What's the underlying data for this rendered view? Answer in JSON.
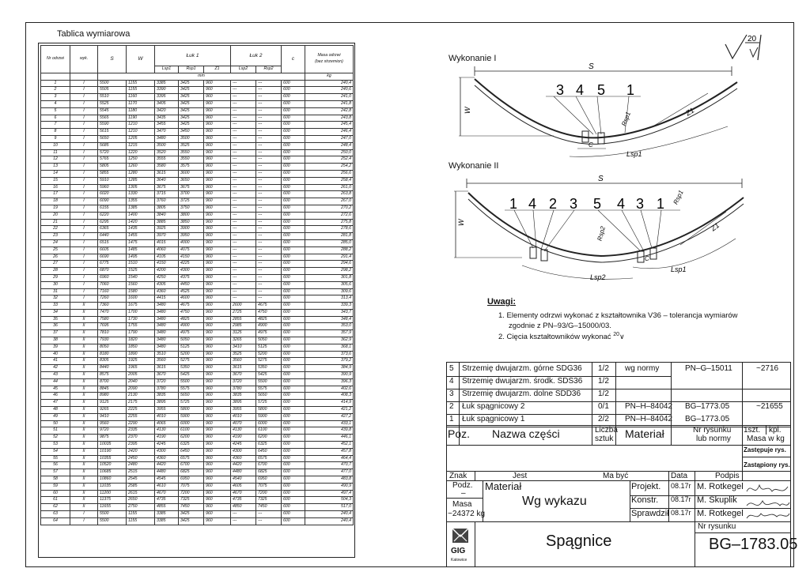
{
  "table": {
    "title": "Tablica wymiarowa",
    "headers": {
      "nr": "Nr odrzwi",
      "wyk": "wyk.",
      "s": "S",
      "w": "W",
      "luk1": "Łuk 1",
      "luk2": "Łuk 2",
      "c": "c",
      "masa": "Masa odrzwi",
      "masa_sub": "(bez strzemion)",
      "lsp1": "Lsp1",
      "rsp1": "Rsp1",
      "z1": "Z1",
      "lsp2": "Lsp2",
      "rsp2": "Rsp2",
      "unit_mm": "mm",
      "unit_kg": "kg"
    },
    "rows": [
      [
        "1",
        "I",
        "5500",
        "1155",
        "3385",
        "3425",
        "960",
        "---",
        "---",
        "600",
        "240,4"
      ],
      [
        "2",
        "I",
        "5505",
        "1155",
        "3390",
        "3425",
        "960",
        "---",
        "---",
        "600",
        "240,6"
      ],
      [
        "3",
        "I",
        "5510",
        "1160",
        "3395",
        "3425",
        "960",
        "---",
        "---",
        "600",
        "241,0"
      ],
      [
        "4",
        "I",
        "5525",
        "1170",
        "3405",
        "3425",
        "960",
        "---",
        "---",
        "600",
        "241,8"
      ],
      [
        "5",
        "I",
        "5545",
        "1180",
        "3420",
        "3425",
        "960",
        "---",
        "---",
        "600",
        "242,8"
      ],
      [
        "6",
        "I",
        "5565",
        "1190",
        "3435",
        "3425",
        "960",
        "---",
        "---",
        "600",
        "243,8"
      ],
      [
        "7",
        "I",
        "5590",
        "1210",
        "3455",
        "3425",
        "960",
        "---",
        "---",
        "600",
        "245,4"
      ],
      [
        "8",
        "I",
        "5615",
        "1210",
        "3470",
        "3450",
        "960",
        "---",
        "---",
        "600",
        "246,4"
      ],
      [
        "9",
        "I",
        "5650",
        "1205",
        "3480",
        "3500",
        "960",
        "---",
        "---",
        "600",
        "247,0"
      ],
      [
        "10",
        "I",
        "5685",
        "1215",
        "3500",
        "3525",
        "960",
        "---",
        "---",
        "600",
        "248,4"
      ],
      [
        "11",
        "I",
        "5720",
        "1220",
        "3520",
        "3550",
        "960",
        "---",
        "---",
        "600",
        "250,0"
      ],
      [
        "12",
        "I",
        "5765",
        "1250",
        "3555",
        "3550",
        "960",
        "---",
        "---",
        "600",
        "252,4"
      ],
      [
        "13",
        "I",
        "5805",
        "1260",
        "3580",
        "3575",
        "960",
        "---",
        "---",
        "600",
        "254,2"
      ],
      [
        "14",
        "I",
        "5855",
        "1280",
        "3615",
        "3600",
        "960",
        "---",
        "---",
        "600",
        "256,6"
      ],
      [
        "15",
        "I",
        "5910",
        "1285",
        "3640",
        "3650",
        "960",
        "---",
        "---",
        "600",
        "258,4"
      ],
      [
        "16",
        "I",
        "5960",
        "1305",
        "3675",
        "3675",
        "960",
        "---",
        "---",
        "600",
        "261,0"
      ],
      [
        "17",
        "I",
        "6020",
        "1330",
        "3715",
        "3700",
        "960",
        "---",
        "---",
        "600",
        "263,8"
      ],
      [
        "18",
        "I",
        "6090",
        "1355",
        "3760",
        "3725",
        "960",
        "---",
        "---",
        "600",
        "267,0"
      ],
      [
        "19",
        "I",
        "6155",
        "1385",
        "3805",
        "3750",
        "960",
        "---",
        "---",
        "600",
        "270,2"
      ],
      [
        "20",
        "I",
        "6220",
        "1400",
        "3840",
        "3800",
        "960",
        "---",
        "---",
        "600",
        "272,6"
      ],
      [
        "21",
        "I",
        "6295",
        "1420",
        "3885",
        "3850",
        "960",
        "---",
        "---",
        "600",
        "275,8"
      ],
      [
        "22",
        "I",
        "6365",
        "1435",
        "3925",
        "3900",
        "960",
        "---",
        "---",
        "600",
        "278,6"
      ],
      [
        "23",
        "I",
        "6440",
        "1455",
        "3970",
        "3950",
        "960",
        "---",
        "---",
        "600",
        "281,8"
      ],
      [
        "24",
        "I",
        "6515",
        "1475",
        "4015",
        "4000",
        "960",
        "---",
        "---",
        "600",
        "285,0"
      ],
      [
        "25",
        "I",
        "6605",
        "1485",
        "4060",
        "4075",
        "960",
        "---",
        "---",
        "600",
        "288,2"
      ],
      [
        "26",
        "I",
        "6690",
        "1495",
        "4105",
        "4150",
        "960",
        "---",
        "---",
        "600",
        "291,4"
      ],
      [
        "27",
        "I",
        "6775",
        "1510",
        "4150",
        "4225",
        "960",
        "---",
        "---",
        "600",
        "294,6"
      ],
      [
        "28",
        "I",
        "6870",
        "1525",
        "4200",
        "4300",
        "960",
        "---",
        "---",
        "600",
        "298,2"
      ],
      [
        "29",
        "I",
        "6960",
        "1540",
        "4250",
        "4375",
        "960",
        "---",
        "---",
        "600",
        "301,8"
      ],
      [
        "30",
        "I",
        "7060",
        "1560",
        "4305",
        "4450",
        "960",
        "---",
        "---",
        "600",
        "305,6"
      ],
      [
        "31",
        "I",
        "7160",
        "1580",
        "4360",
        "4525",
        "960",
        "---",
        "---",
        "600",
        "309,6"
      ],
      [
        "32",
        "I",
        "7260",
        "1600",
        "4415",
        "4600",
        "960",
        "---",
        "---",
        "600",
        "313,4"
      ],
      [
        "33",
        "II",
        "7360",
        "1675",
        "3480",
        "4675",
        "960",
        "2600",
        "4675",
        "600",
        "339,3"
      ],
      [
        "34",
        "II",
        "7470",
        "1700",
        "3480",
        "4750",
        "960",
        "2725",
        "4750",
        "600",
        "343,7"
      ],
      [
        "35",
        "II",
        "7580",
        "1730",
        "3480",
        "4825",
        "960",
        "2855",
        "4825",
        "600",
        "348,4"
      ],
      [
        "36",
        "II",
        "7695",
        "1755",
        "3480",
        "4900",
        "960",
        "2985",
        "4900",
        "600",
        "353,0"
      ],
      [
        "37",
        "II",
        "7810",
        "1790",
        "3480",
        "4975",
        "960",
        "3125",
        "4975",
        "600",
        "357,9"
      ],
      [
        "38",
        "II",
        "7930",
        "1820",
        "3480",
        "5050",
        "960",
        "3265",
        "5050",
        "600",
        "362,9"
      ],
      [
        "39",
        "II",
        "8050",
        "1850",
        "3480",
        "5125",
        "960",
        "3410",
        "5125",
        "600",
        "368,1"
      ],
      [
        "40",
        "II",
        "8180",
        "1890",
        "3510",
        "5200",
        "960",
        "3525",
        "5200",
        "600",
        "373,6"
      ],
      [
        "41",
        "II",
        "8305",
        "1925",
        "3560",
        "5275",
        "960",
        "3560",
        "5275",
        "600",
        "379,2"
      ],
      [
        "42",
        "II",
        "8440",
        "1965",
        "3615",
        "5350",
        "960",
        "3615",
        "5350",
        "600",
        "384,9"
      ],
      [
        "43",
        "II",
        "8575",
        "2005",
        "3670",
        "5425",
        "960",
        "3670",
        "5425",
        "600",
        "390,9"
      ],
      [
        "44",
        "II",
        "8700",
        "2040",
        "3720",
        "5500",
        "960",
        "3720",
        "5500",
        "600",
        "396,3"
      ],
      [
        "45",
        "II",
        "8845",
        "2090",
        "3780",
        "5575",
        "960",
        "3780",
        "5575",
        "600",
        "402,6"
      ],
      [
        "46",
        "II",
        "8980",
        "2130",
        "3835",
        "5650",
        "960",
        "3835",
        "5650",
        "600",
        "408,3"
      ],
      [
        "47",
        "II",
        "9125",
        "2175",
        "3895",
        "5725",
        "960",
        "3895",
        "5725",
        "600",
        "414,9"
      ],
      [
        "48",
        "II",
        "9265",
        "2225",
        "3955",
        "5800",
        "960",
        "3955",
        "5800",
        "600",
        "421,2"
      ],
      [
        "49",
        "II",
        "9410",
        "2255",
        "4010",
        "5900",
        "960",
        "4010",
        "5900",
        "600",
        "427,2"
      ],
      [
        "50",
        "II",
        "9560",
        "2290",
        "4065",
        "6000",
        "960",
        "4070",
        "6000",
        "600",
        "433,1"
      ],
      [
        "51",
        "II",
        "9720",
        "2335",
        "4130",
        "6100",
        "960",
        "4130",
        "6100",
        "600",
        "439,8"
      ],
      [
        "52",
        "II",
        "9875",
        "2370",
        "4190",
        "6200",
        "960",
        "4190",
        "6200",
        "600",
        "446,1"
      ],
      [
        "53",
        "II",
        "10035",
        "2395",
        "4245",
        "6325",
        "960",
        "4245",
        "6325",
        "600",
        "452,1"
      ],
      [
        "54",
        "II",
        "10190",
        "2420",
        "4300",
        "6450",
        "960",
        "4300",
        "6450",
        "600",
        "457,8"
      ],
      [
        "55",
        "II",
        "10355",
        "2450",
        "4360",
        "6575",
        "960",
        "4360",
        "6575",
        "600",
        "464,4"
      ],
      [
        "56",
        "II",
        "10520",
        "2480",
        "4420",
        "6700",
        "960",
        "4420",
        "6700",
        "600",
        "470,7"
      ],
      [
        "57",
        "II",
        "10685",
        "2515",
        "4480",
        "6825",
        "960",
        "4480",
        "6825",
        "600",
        "477,0"
      ],
      [
        "58",
        "II",
        "10860",
        "2545",
        "4545",
        "6950",
        "960",
        "4540",
        "6950",
        "600",
        "483,8"
      ],
      [
        "59",
        "II",
        "11035",
        "2585",
        "4610",
        "7075",
        "960",
        "4605",
        "7075",
        "600",
        "490,9"
      ],
      [
        "60",
        "II",
        "11200",
        "2615",
        "4670",
        "7200",
        "960",
        "4670",
        "7200",
        "600",
        "497,4"
      ],
      [
        "61",
        "II",
        "11375",
        "2650",
        "4735",
        "7325",
        "960",
        "4735",
        "7325",
        "600",
        "504,3"
      ],
      [
        "62",
        "II",
        "11655",
        "2750",
        "4855",
        "7450",
        "960",
        "4850",
        "7450",
        "600",
        "517,0"
      ],
      [
        "63",
        "I",
        "5500",
        "1155",
        "3385",
        "3425",
        "960",
        "---",
        "---",
        "600",
        "240,4"
      ],
      [
        "64",
        "I",
        "5500",
        "1155",
        "3385",
        "3425",
        "960",
        "---",
        "---",
        "600",
        "240,4"
      ]
    ]
  },
  "drawing1": {
    "title": "Wykonanie I",
    "S": "S",
    "W": "W",
    "C": "C",
    "Z1": "Z1",
    "Rsp1": "Rsp1",
    "Lsp1": "Lsp1",
    "callouts": [
      "3",
      "4",
      "5",
      "1"
    ]
  },
  "drawing2": {
    "title": "Wykonanie II",
    "S": "S",
    "W": "W",
    "C": "C",
    "Z1": "Z1",
    "Rsp1": "Rsp1",
    "Rsp2": "Rsp2",
    "Lsp1": "Lsp1",
    "Lsp2": "Lsp2",
    "callouts": [
      "1",
      "4",
      "2",
      "3",
      "5",
      "4",
      "3",
      "1"
    ]
  },
  "surface_mark": "20",
  "notes": {
    "title": "Uwagi:",
    "n1a": "1. Elementy odrzwi wykonać z kształtownika V36 – tolerancja wymiarów",
    "n1b": "zgodnie z PN–93/G–15000/03.",
    "n2": "2. Cięcia kształtowników wykonać",
    "n2_mark": "20"
  },
  "parts": [
    {
      "poz": "5",
      "name": "Strzemię dwujarzm. górne SDG36",
      "qty": "1/2",
      "material": "wg normy",
      "drawing": "PN–G–15011",
      "mass": "~2716"
    },
    {
      "poz": "4",
      "name": "Strzemię dwujarzm. środk. SDS36",
      "qty": "1/2",
      "material": "",
      "drawing": "",
      "mass": ""
    },
    {
      "poz": "3",
      "name": "Strzemię dwujarzm. dolne SDD36",
      "qty": "1/2",
      "material": "",
      "drawing": "",
      "mass": ""
    },
    {
      "poz": "2",
      "name": "Łuk spągnicowy 2",
      "qty": "0/1",
      "material": "PN–H–84042",
      "drawing": "BG–1773.05",
      "mass": "~21655"
    },
    {
      "poz": "1",
      "name": "Łuk spągnicowy 1",
      "qty": "2/2",
      "material": "PN–H–84042",
      "drawing": "BG–1773.05",
      "mass": ""
    }
  ],
  "parts_header": {
    "poz": "Poz.",
    "name": "Nazwa części",
    "qty_a": "Liczba",
    "qty_b": "sztuk",
    "material": "Materiał",
    "drawing_a": "Nr rysunku",
    "drawing_b": "lub normy",
    "szt": "1szt.",
    "kpl": "kpl.",
    "masa": "Masa w kg"
  },
  "title_block": {
    "zastepuje": "Zastępuje rys.",
    "zastapiony": "Zastąpiony rys.",
    "znak": "Znak",
    "jest": "Jest",
    "ma_byc": "Ma być",
    "data": "Data",
    "podpis": "Podpis",
    "podz": "Podz.",
    "podz_val": "–",
    "masa": "Masa",
    "masa_val": "~24372",
    "masa_unit": "kg",
    "material_label": "Materiał",
    "material_val": "Wg wykazu",
    "rows": [
      {
        "role": "Projekt.",
        "date": "08.17r",
        "name": "M. Rotkegel"
      },
      {
        "role": "Konstr.",
        "date": "08.17r",
        "name": "M. Skuplik"
      },
      {
        "role": "Sprawdził",
        "date": "08.17r",
        "name": "M. Rotkegel"
      }
    ],
    "logo": "GIG",
    "logo_sub": "Katowice",
    "title": "Spągnice",
    "nr_label": "Nr rysunku",
    "nr": "BG–1783.05"
  }
}
